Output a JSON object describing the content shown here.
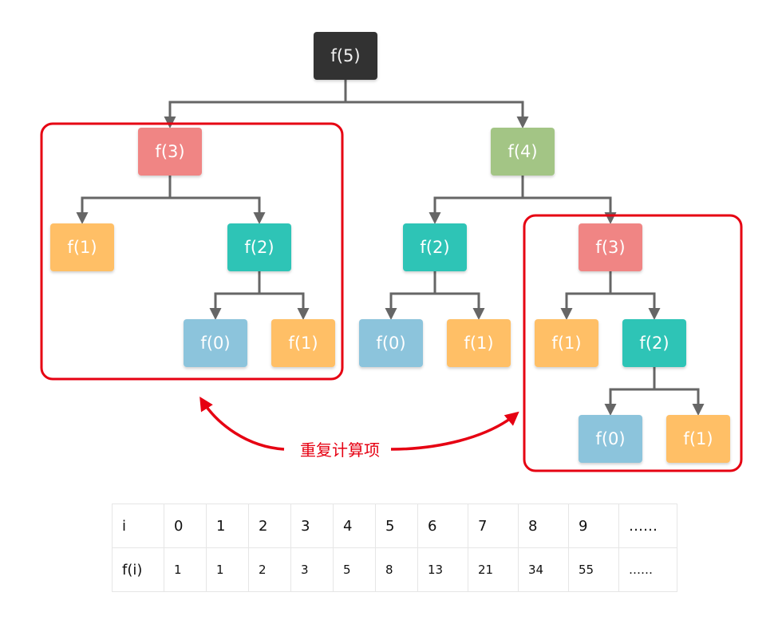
{
  "nodes": [
    {
      "id": "root",
      "label": "f(5)",
      "color": "#333333"
    },
    {
      "id": "l",
      "label": "f(3)",
      "color": "#f08584"
    },
    {
      "id": "r",
      "label": "f(4)",
      "color": "#a3c585"
    },
    {
      "id": "l1",
      "label": "f(1)",
      "color": "#ffbf66"
    },
    {
      "id": "l2",
      "label": "f(2)",
      "color": "#2ec4b6"
    },
    {
      "id": "l20",
      "label": "f(0)",
      "color": "#8cc4dc"
    },
    {
      "id": "l21",
      "label": "f(1)",
      "color": "#ffbf66"
    },
    {
      "id": "r2",
      "label": "f(2)",
      "color": "#2ec4b6"
    },
    {
      "id": "r20",
      "label": "f(0)",
      "color": "#8cc4dc"
    },
    {
      "id": "r21",
      "label": "f(1)",
      "color": "#ffbf66"
    },
    {
      "id": "r3",
      "label": "f(3)",
      "color": "#f08584"
    },
    {
      "id": "r31",
      "label": "f(1)",
      "color": "#ffbf66"
    },
    {
      "id": "r32",
      "label": "f(2)",
      "color": "#2ec4b6"
    },
    {
      "id": "r320",
      "label": "f(0)",
      "color": "#8cc4dc"
    },
    {
      "id": "r321",
      "label": "f(1)",
      "color": "#ffbf66"
    }
  ],
  "edges": [
    [
      "root",
      "l"
    ],
    [
      "root",
      "r"
    ],
    [
      "l",
      "l1"
    ],
    [
      "l",
      "l2"
    ],
    [
      "l2",
      "l20"
    ],
    [
      "l2",
      "l21"
    ],
    [
      "r",
      "r2"
    ],
    [
      "r",
      "r3"
    ],
    [
      "r2",
      "r20"
    ],
    [
      "r2",
      "r21"
    ],
    [
      "r3",
      "r31"
    ],
    [
      "r3",
      "r32"
    ],
    [
      "r32",
      "r320"
    ],
    [
      "r32",
      "r321"
    ]
  ],
  "callout": {
    "label": "重复计算项",
    "color": "#e60012"
  },
  "table": {
    "header": [
      "i",
      "0",
      "1",
      "2",
      "3",
      "4",
      "5",
      "6",
      "7",
      "8",
      "9",
      "……"
    ],
    "values": [
      "f(i)",
      "1",
      "1",
      "2",
      "3",
      "5",
      "8",
      "13",
      "21",
      "34",
      "55",
      "……"
    ]
  }
}
